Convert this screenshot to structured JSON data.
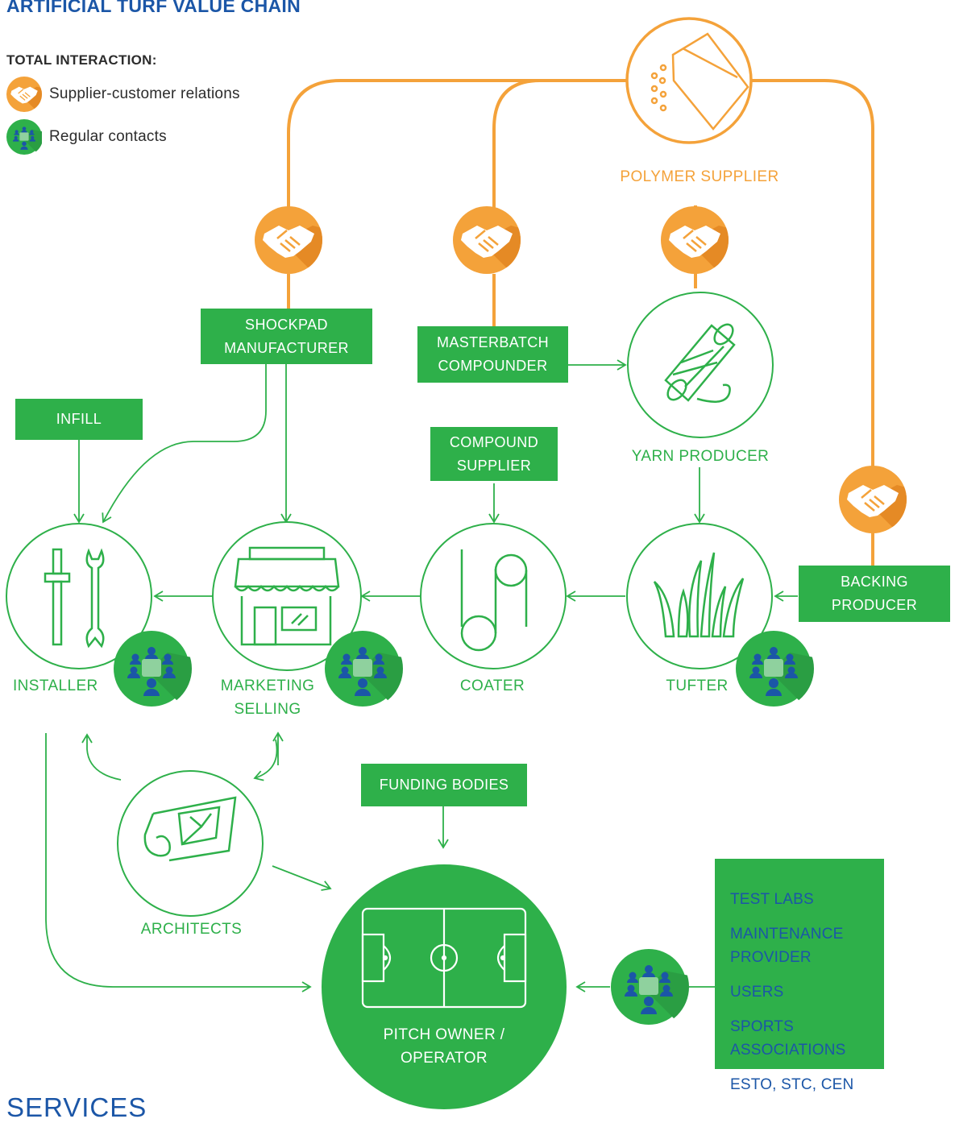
{
  "title": "ARTIFICIAL TURF VALUE CHAIN",
  "footer_title": "SERVICES",
  "legend": {
    "heading": "TOTAL INTERACTION:",
    "supplier": "Supplier-customer relations",
    "contacts": "Regular contacts"
  },
  "colors": {
    "green": "#2eb04a",
    "orange": "#f4a23a",
    "blue": "#1b56a7"
  },
  "nodes": {
    "polymer_supplier": "POLYMER SUPPLIER",
    "shockpad_line1": "SHOCKPAD",
    "shockpad_line2": "MANUFACTURER",
    "masterbatch_line1": "MASTERBATCH",
    "masterbatch_line2": "COMPOUNDER",
    "yarn_producer": "YARN PRODUCER",
    "infill": "INFILL",
    "compound_line1": "COMPOUND",
    "compound_line2": "SUPPLIER",
    "backing_line1": "BACKING",
    "backing_line2": "PRODUCER",
    "installer": "INSTALLER",
    "marketing_line1": "MARKETING",
    "marketing_line2": "SELLING",
    "coater": "COATER",
    "tufter": "TUFTER",
    "funding_bodies": "FUNDING BODIES",
    "architects": "ARCHITECTS",
    "pitch_line1": "PITCH OWNER /",
    "pitch_line2": "OPERATOR"
  },
  "stakeholders": [
    "TEST LABS",
    "MAINTENANCE PROVIDER",
    "USERS",
    "SPORTS ASSOCIATIONS",
    "ESTO, STC, CEN"
  ],
  "icons": {
    "handshake": "handshake-icon",
    "meeting": "meeting-group-icon",
    "polymer": "polymer-bag-icon",
    "yarn": "yarn-spool-icon",
    "tools": "tools-icon",
    "shop": "shop-icon",
    "coater": "coater-rollers-icon",
    "grass": "grass-icon",
    "blueprint": "blueprint-icon",
    "pitch": "football-pitch-icon"
  }
}
